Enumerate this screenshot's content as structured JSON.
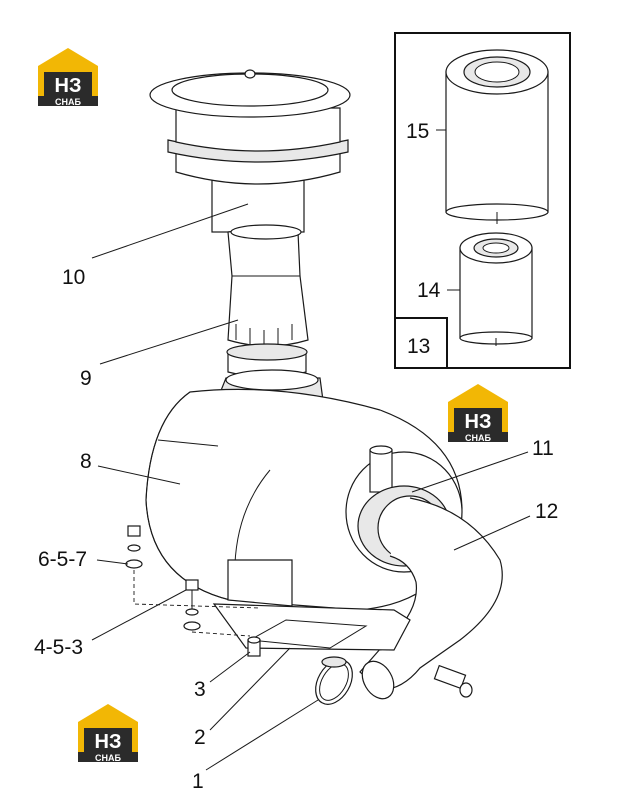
{
  "logo": {
    "mark": "НЗ",
    "word": "СНАБ",
    "color_yellow": "#F2B705",
    "color_dark": "#2B2B2B"
  },
  "callouts": {
    "c1": "1",
    "c2": "2",
    "c3": "3",
    "c453": "4-5-3",
    "c657": "6-5-7",
    "c8": "8",
    "c9": "9",
    "c10": "10",
    "c11": "11",
    "c12": "12",
    "c13": "13",
    "c14": "14",
    "c15": "15"
  }
}
